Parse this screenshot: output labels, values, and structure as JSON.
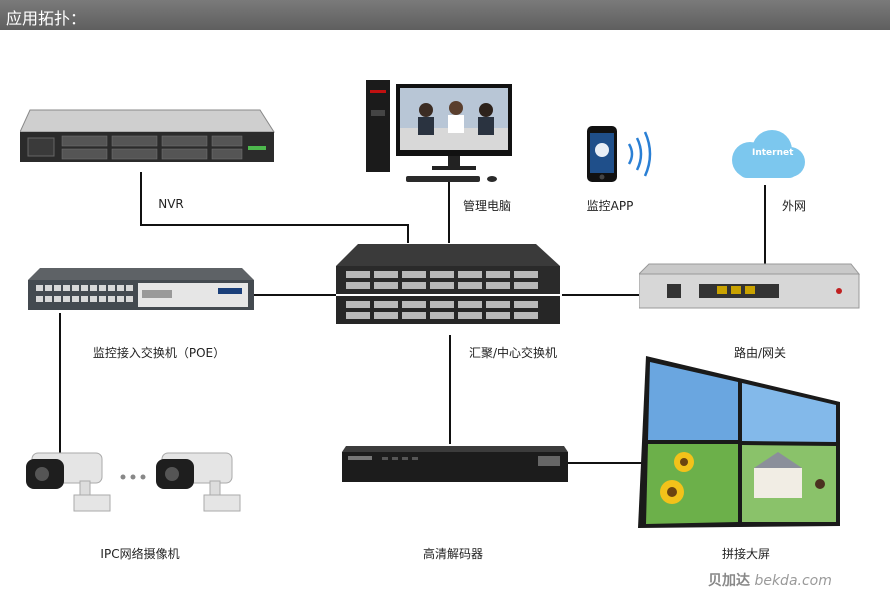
{
  "header": {
    "title": "应用拓扑："
  },
  "nodes": {
    "nvr": "NVR",
    "pc": "管理电脑",
    "app": "监控APP",
    "internet": "外网",
    "cloud_text": "Internet",
    "poe": "监控接入交换机（POE）",
    "core": "汇聚/中心交换机",
    "router": "路由/网关",
    "ipc": "IPC网络摄像机",
    "decoder": "高清解码器",
    "wall": "拼接大屏"
  },
  "watermark": {
    "brand": "贝加达",
    "site": "bekda.com"
  }
}
